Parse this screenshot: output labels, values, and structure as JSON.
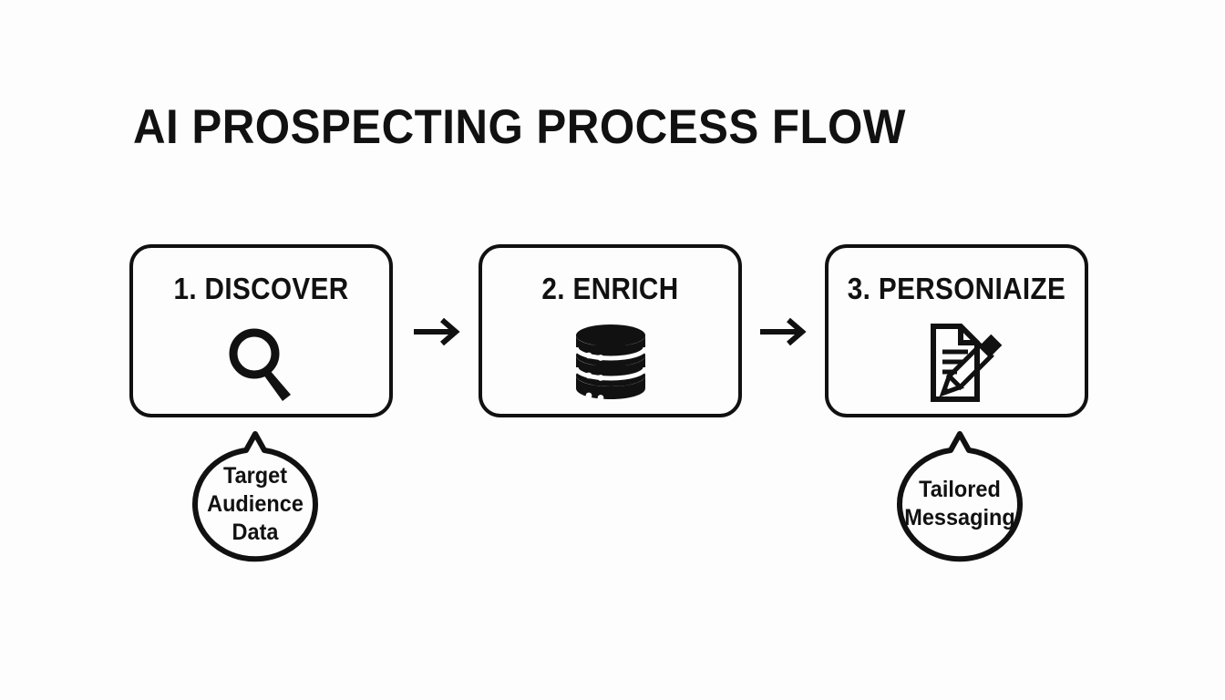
{
  "page": {
    "title": "AI PROSPECTING PROCESS FLOW",
    "background_color": "#fdfdfd",
    "ink_color": "#111111"
  },
  "steps": [
    {
      "label": "1. DISCOVER",
      "icon": "magnifier-icon",
      "callout": {
        "lines": [
          "Target",
          "Audience",
          "Data"
        ]
      }
    },
    {
      "label": "2. ENRICH",
      "icon": "database-icon",
      "callout": null
    },
    {
      "label": "3. PERSONIAIZE",
      "icon": "document-pencil-icon",
      "callout": {
        "lines": [
          "Tailored",
          "Messaging"
        ]
      }
    }
  ],
  "connectors": [
    {
      "name": "arrow-step1-to-step2",
      "glyph": "arrow-right-icon"
    },
    {
      "name": "arrow-step2-to-step3",
      "glyph": "arrow-right-icon"
    }
  ],
  "callouts": [
    {
      "lines": [
        "Target",
        "Audience",
        "Data"
      ],
      "attached_to": "1. DISCOVER"
    },
    {
      "lines": [
        "Tailored",
        "Messaging"
      ],
      "attached_to": "3. PERSONIAIZE"
    }
  ]
}
